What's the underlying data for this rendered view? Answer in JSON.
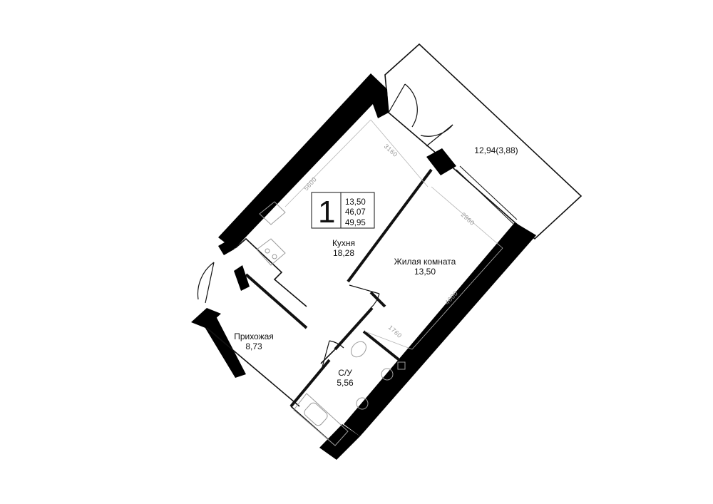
{
  "apartment": {
    "rooms_count": "1",
    "living_area": "13,50",
    "total_area": "46,07",
    "total_area_with_balcony": "49,95"
  },
  "rooms": {
    "kitchen": {
      "name": "Кухня",
      "area": "18,28"
    },
    "living_room": {
      "name": "Жилая комната",
      "area": "13,50"
    },
    "hallway": {
      "name": "Прихожая",
      "area": "8,73"
    },
    "bathroom": {
      "name": "С/У",
      "area": "5,56"
    },
    "balcony": {
      "area": "12,94(3,88)"
    }
  },
  "dimensions": {
    "kitchen_width": "3160",
    "kitchen_length": "5600",
    "living_width": "2960",
    "living_length": "4600",
    "bath_width": "1760"
  },
  "colors": {
    "wall": "#000000",
    "line": "#111111",
    "dim_line": "#b5b5b5",
    "fixture": "#9a9a9a",
    "background": "#ffffff"
  }
}
